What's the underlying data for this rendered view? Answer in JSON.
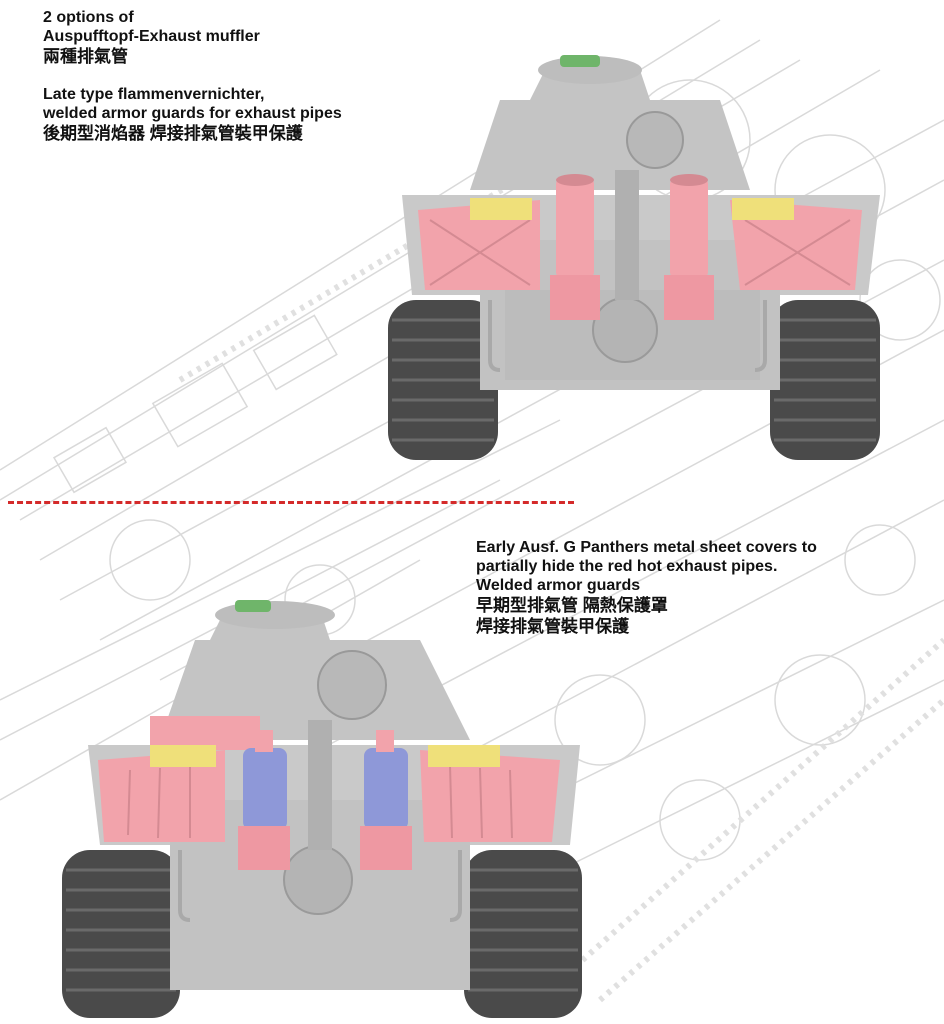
{
  "top_caption": {
    "line1": "2 options of",
    "line2": "Auspufftopf-Exhaust muffler",
    "line3_cjk": "兩種排氣管",
    "line4": "Late type flammenvernichter,",
    "line5": "welded  armor guards for exhaust pipes",
    "line6_cjk": "後期型消焰器 焊接排氣管裝甲保護"
  },
  "bottom_caption": {
    "line1": "Early Ausf. G Panthers metal sheet covers to",
    "line2": "partially hide the red hot exhaust pipes.",
    "line3": "Welded armor guards",
    "line4_cjk": "早期型排氣管  隔熱保護罩",
    "line5_cjk": "焊接排氣管裝甲保護"
  },
  "colors": {
    "hull": "#c9c9c9",
    "hull_dark": "#a8a8a8",
    "track": "#4a4a4a",
    "pink_part": "#f2a3ab",
    "yellow_part": "#efe07a",
    "blue_part": "#8e98d8",
    "green_part": "#6fb56a",
    "divider": "#d42a2a",
    "lineart": "#d6d6d6"
  },
  "icons": [
    "tank-rear-late-exhaust",
    "tank-rear-early-exhaust-covers"
  ]
}
